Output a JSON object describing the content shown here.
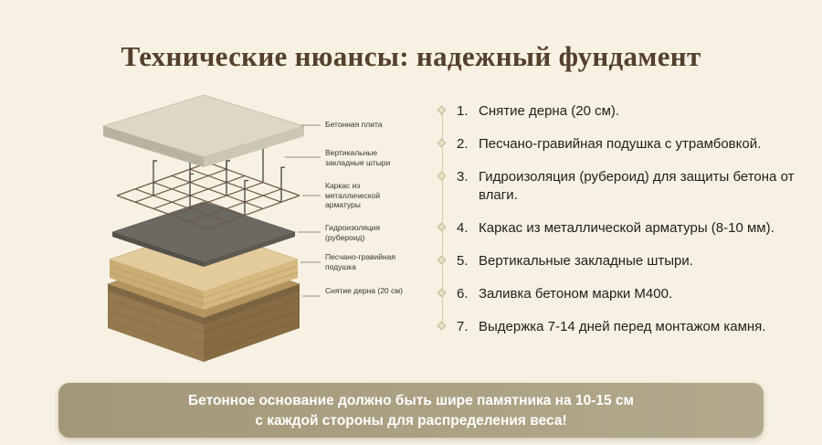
{
  "title": "Технические нюансы: надежный фундамент",
  "diagram": {
    "labels": [
      "Бетонная плита",
      "Вертикальные закладные штыри",
      "Каркас из металлической арматуры",
      "Гидроизоляция (рубероид)",
      "Песчано-гравийная подушка",
      "Снятие дерна (20 см)"
    ]
  },
  "steps": [
    {
      "num": "1.",
      "text": "Снятие дерна (20 см)."
    },
    {
      "num": "2.",
      "text": "Песчано-гравийная подушка с утрамбовкой."
    },
    {
      "num": "3.",
      "text": "Гидроизоляция (рубероид) для защиты бетона от влаги."
    },
    {
      "num": "4.",
      "text": "Каркас из металлической арматуры (8-10 мм)."
    },
    {
      "num": "5.",
      "text": "Вертикальные закладные штыри."
    },
    {
      "num": "6.",
      "text": "Заливка бетоном марки М400."
    },
    {
      "num": "7.",
      "text": "Выдержка 7-14 дней перед монтажом камня."
    }
  ],
  "banner": {
    "line1": "Бетонное основание должно быть шире памятника на 10-15 см",
    "line2": "с каждой стороны для распределения веса!"
  },
  "colors": {
    "background": "#f6f1e3",
    "title": "#54402d",
    "banner_background": "#a89e82",
    "banner_text": "#ffffff",
    "bullet": "#e9e0c6",
    "concrete": "#dcd7c7",
    "waterproofing": "#6c6862",
    "sand": "#e3cb9c",
    "soil": "#96784e"
  }
}
